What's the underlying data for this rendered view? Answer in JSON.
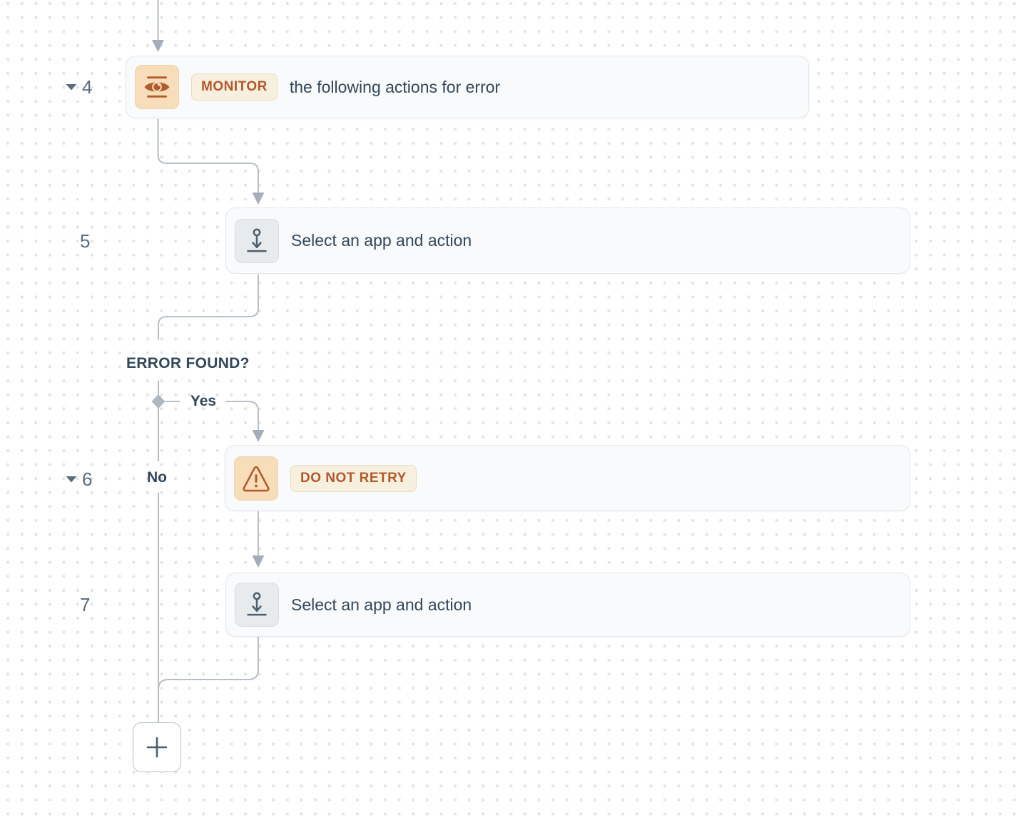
{
  "colors": {
    "accent_orange": "#b3572c",
    "icon_orange_stroke": "#b05c2d",
    "icon_tan_bg": "#f7ddb9",
    "badge_bg": "#f8f0df",
    "node_bg": "#f8fafb",
    "text_dark": "#33475b",
    "muted_slate": "#5b6c7b",
    "connector_line": "#b6bec6"
  },
  "steps": [
    {
      "number": "4",
      "has_collapse_toggle": true,
      "icon": "eye-monitor-icon",
      "badge_label": "MONITOR",
      "title": "the following actions for error"
    },
    {
      "number": "5",
      "has_collapse_toggle": false,
      "icon": "action-select-icon",
      "badge_label": "",
      "title": "Select an app and action"
    },
    {
      "number": "6",
      "has_collapse_toggle": true,
      "icon": "warning-triangle-icon",
      "badge_label": "DO NOT RETRY",
      "title": ""
    },
    {
      "number": "7",
      "has_collapse_toggle": false,
      "icon": "action-select-icon",
      "badge_label": "",
      "title": "Select an app and action"
    }
  ],
  "branch": {
    "question": "ERROR FOUND?",
    "yes_label": "Yes",
    "no_label": "No"
  },
  "add_button": {
    "icon": "plus-icon"
  }
}
